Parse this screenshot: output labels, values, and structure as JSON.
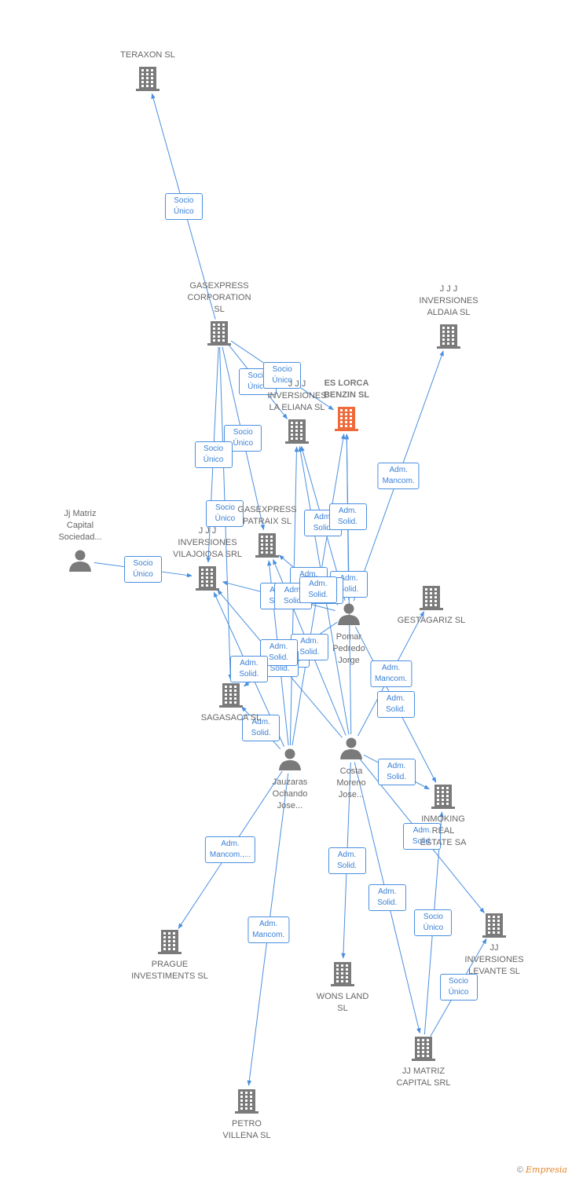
{
  "nodes": [
    {
      "id": "teraxon",
      "label": "TERAXON  SL",
      "kind": "company"
    },
    {
      "id": "gasexpress_corp",
      "label": "GASEXPRESS\nCORPORATION\nSL",
      "kind": "company"
    },
    {
      "id": "jjj_aldaia",
      "label": "J J J\nINVERSIONES\nALDAIA  SL",
      "kind": "company"
    },
    {
      "id": "es_lorca",
      "label": "ES LORCA\nBENZIN  SL",
      "kind": "company_main"
    },
    {
      "id": "jjj_eliana",
      "label": "J J J\nINVERSIONES\nLA ELIANA  SL",
      "kind": "company"
    },
    {
      "id": "gasexpress_patraix",
      "label": "GASEXPRESS\nPATRAIX  SL",
      "kind": "company"
    },
    {
      "id": "jjj_vilajoiosa",
      "label": "J J J\nINVERSIONES\nVILAJOIOSA SRL",
      "kind": "company"
    },
    {
      "id": "jj_matriz_soc",
      "label": "Jj Matriz\nCapital\nSociedad...",
      "kind": "person"
    },
    {
      "id": "gestagariz",
      "label": "GESTAGARIZ SL",
      "kind": "company"
    },
    {
      "id": "pomar",
      "label": "Pomar\nPedredo\nJorge",
      "kind": "person"
    },
    {
      "id": "sagasaca",
      "label": "SAGASACA  SL",
      "kind": "company"
    },
    {
      "id": "costa",
      "label": "Costa\nMoreno\nJose...",
      "kind": "person"
    },
    {
      "id": "jauzaras",
      "label": "Jauzaras\nOchando\nJose...",
      "kind": "person"
    },
    {
      "id": "inmoking",
      "label": "INMOKING\nREAL\nESTATE SA",
      "kind": "company"
    },
    {
      "id": "jj_levante",
      "label": "JJ\nINVERSIONES\nLEVANTE  SL",
      "kind": "company"
    },
    {
      "id": "prague",
      "label": "PRAGUE\nINVESTIMENTS SL",
      "kind": "company"
    },
    {
      "id": "wons",
      "label": "WONS LAND\nSL",
      "kind": "company"
    },
    {
      "id": "jj_matriz_srl",
      "label": "JJ MATRIZ\nCAPITAL SRL",
      "kind": "company"
    },
    {
      "id": "petro",
      "label": "PETRO\nVILLENA  SL",
      "kind": "company"
    }
  ],
  "edges": [
    {
      "from": "gasexpress_corp",
      "to": "teraxon",
      "label": "Socio\nÚnico"
    },
    {
      "from": "gasexpress_corp",
      "to": "jjj_eliana",
      "label": "Socio\nÚnico"
    },
    {
      "from": "gasexpress_corp",
      "to": "es_lorca",
      "label": "Socio\nÚnico"
    },
    {
      "from": "gasexpress_corp",
      "to": "gasexpress_patraix",
      "label": "Socio\nÚnico"
    },
    {
      "from": "gasexpress_corp",
      "to": "jjj_vilajoiosa",
      "label": "Socio\nÚnico"
    },
    {
      "from": "gasexpress_corp",
      "to": "sagasaca",
      "label": "Socio\nÚnico"
    },
    {
      "from": "jj_matriz_soc",
      "to": "jjj_vilajoiosa",
      "label": "Socio\nÚnico"
    },
    {
      "from": "pomar",
      "to": "jjj_aldaia",
      "label": "Adm.\nMancom."
    },
    {
      "from": "pomar",
      "to": "jjj_eliana",
      "label": "Adm.\nSolid."
    },
    {
      "from": "pomar",
      "to": "es_lorca",
      "label": "Adm.\nSolid."
    },
    {
      "from": "pomar",
      "to": "gasexpress_patraix",
      "label": "Adm.\nSolid."
    },
    {
      "from": "pomar",
      "to": "jjj_vilajoiosa",
      "label": "Adm.\nSolid."
    },
    {
      "from": "pomar",
      "to": "sagasaca",
      "label": "Adm.\nSolid."
    },
    {
      "from": "pomar",
      "to": "inmoking",
      "label": "Adm.\nSolid."
    },
    {
      "from": "costa",
      "to": "gestagariz",
      "label": "Adm.\nMancom."
    },
    {
      "from": "costa",
      "to": "es_lorca",
      "label": "Adm.\nSolid."
    },
    {
      "from": "costa",
      "to": "jjj_eliana",
      "label": "Adm.\nSolid."
    },
    {
      "from": "costa",
      "to": "gasexpress_patraix",
      "label": "Adm.\nSolid."
    },
    {
      "from": "costa",
      "to": "jjj_vilajoiosa",
      "label": "Adm.\nSolid."
    },
    {
      "from": "costa",
      "to": "inmoking",
      "label": "Adm.\nSolid."
    },
    {
      "from": "costa",
      "to": "jj_levante",
      "label": "Adm.\nSolid."
    },
    {
      "from": "costa",
      "to": "wons",
      "label": "Adm.\nSolid."
    },
    {
      "from": "costa",
      "to": "jj_matriz_srl",
      "label": "Adm.\nSolid."
    },
    {
      "from": "jauzaras",
      "to": "jjj_eliana",
      "label": "Adm.\nSolid."
    },
    {
      "from": "jauzaras",
      "to": "gasexpress_patraix",
      "label": "Adm.\nSolid."
    },
    {
      "from": "jauzaras",
      "to": "jjj_vilajoiosa",
      "label": "Adm.\nSolid."
    },
    {
      "from": "jauzaras",
      "to": "sagasaca",
      "label": "Adm.\nSolid."
    },
    {
      "from": "jauzaras",
      "to": "es_lorca",
      "label": "Adm.\nSolid."
    },
    {
      "from": "jauzaras",
      "to": "prague",
      "label": "Adm.\nMancom.,..."
    },
    {
      "from": "jauzaras",
      "to": "petro",
      "label": "Adm.\nMancom."
    },
    {
      "from": "jj_matriz_srl",
      "to": "inmoking",
      "label": "Socio\nÚnico"
    },
    {
      "from": "jj_matriz_srl",
      "to": "jj_levante",
      "label": "Socio\nÚnico"
    }
  ],
  "footer": {
    "copyright": "©",
    "brand": "Empresia"
  },
  "colors": {
    "edge": "#4a8fe0",
    "company": "#7a7a7a",
    "main": "#ef6a3a",
    "person": "#7a7a7a"
  }
}
